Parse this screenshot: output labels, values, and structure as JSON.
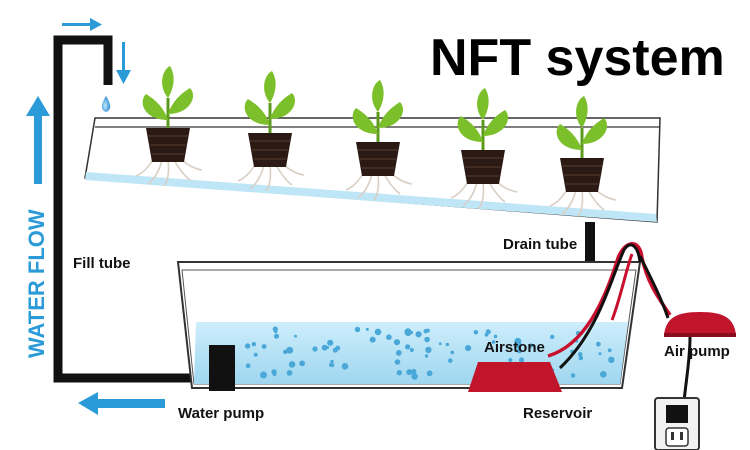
{
  "title": "NFT system",
  "labels": {
    "fill_tube": "Fill tube",
    "drain_tube": "Drain tube",
    "airstone": "Airstone",
    "air_pump": "Air pump",
    "water_pump": "Water pump",
    "reservoir": "Reservoir",
    "water_flow": "WATER FLOW"
  },
  "plants": [
    {
      "name": "plant-1"
    },
    {
      "name": "plant-2"
    },
    {
      "name": "plant-3"
    },
    {
      "name": "plant-4"
    },
    {
      "name": "plant-5"
    }
  ],
  "colors": {
    "flow_arrow": "#2a9ad8",
    "water": "#bfe6f7",
    "bubble": "#4aa8d8",
    "tube": "#111111",
    "air_line": "#c8102e",
    "airstone": "#c0152b",
    "leaf": "#7bbf2a",
    "net_pot": "#2b1a14"
  },
  "icons": {
    "flow_up": "arrow-up-icon",
    "flow_left": "arrow-left-icon",
    "flow_right": "arrow-right-icon",
    "flow_down": "arrow-down-icon",
    "drip": "water-drop-icon",
    "outlet": "power-outlet-icon"
  }
}
